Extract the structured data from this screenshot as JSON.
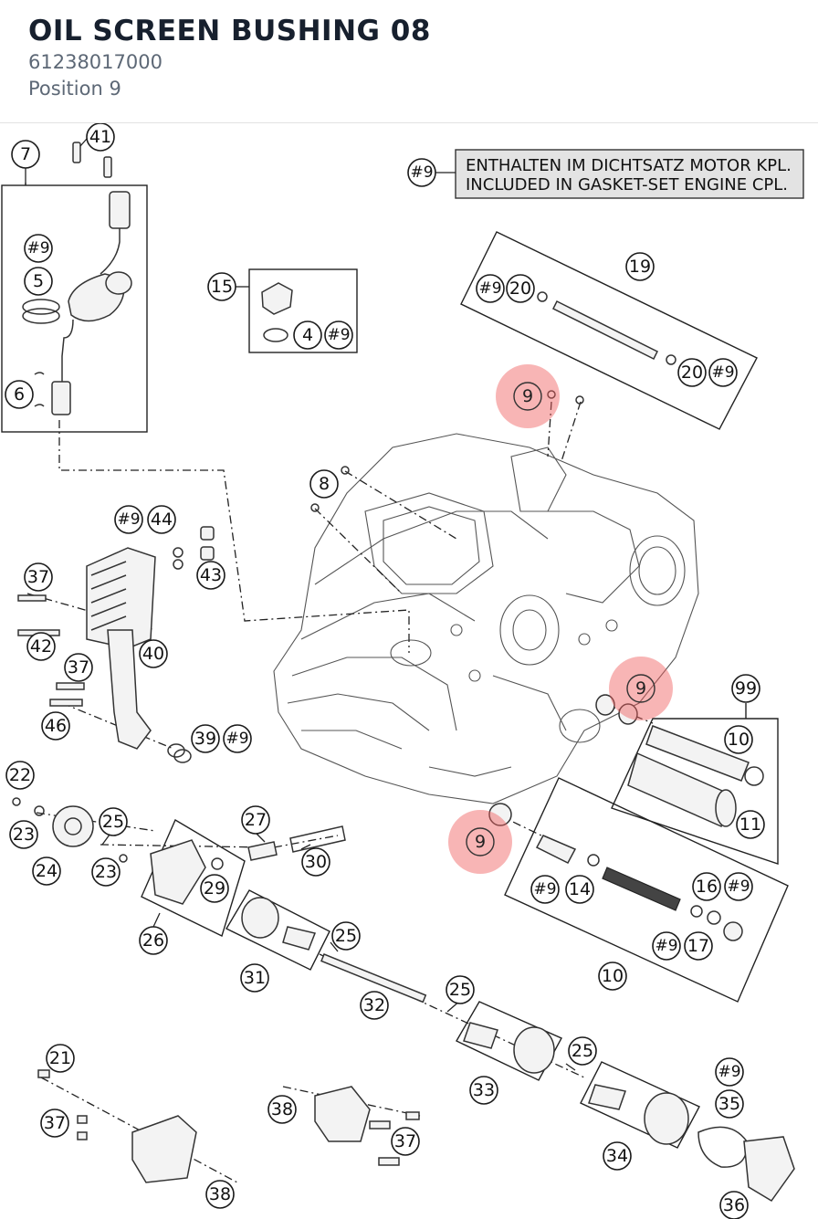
{
  "header": {
    "title": "OIL SCREEN BUSHING 08",
    "part_number": "61238017000",
    "position": "Position 9"
  },
  "legend": {
    "marker": "#9",
    "line1": "ENTHALTEN IM DICHTSATZ MOTOR KPL.",
    "line2": "INCLUDED IN GASKET-SET ENGINE CPL."
  },
  "highlight": {
    "color": "#ef5a5a",
    "label": "9"
  },
  "callouts": {
    "c7": "7",
    "c41": "41",
    "c9a": "#9",
    "c5": "5",
    "c6": "6",
    "c15": "15",
    "c4": "4",
    "c9b": "#9",
    "c19": "19",
    "c9c": "#9",
    "c20a": "20",
    "c20b": "20",
    "c9d": "#9",
    "c8": "8",
    "c9e": "#9",
    "c44": "44",
    "c37a": "37",
    "c43": "43",
    "c42": "42",
    "c40": "40",
    "c37b": "37",
    "c46": "46",
    "c39": "39",
    "c9f": "#9",
    "c99": "99",
    "c10a": "10",
    "c11": "11",
    "c22": "22",
    "c23a": "23",
    "c24": "24",
    "c25a": "25",
    "c23b": "23",
    "c27": "27",
    "c30": "30",
    "c29": "29",
    "c26": "26",
    "c9g": "#9",
    "c14": "14",
    "c16": "16",
    "c9h": "#9",
    "c9i": "#9",
    "c17": "17",
    "c10b": "10",
    "c25b": "25",
    "c31": "31",
    "c32": "32",
    "c25c": "25",
    "c33": "33",
    "c25d": "25",
    "c21": "21",
    "c37c": "37",
    "c38a": "38",
    "c38b": "38",
    "c37d": "37",
    "c34": "34",
    "c9j": "#9",
    "c35": "35",
    "c36": "36"
  }
}
